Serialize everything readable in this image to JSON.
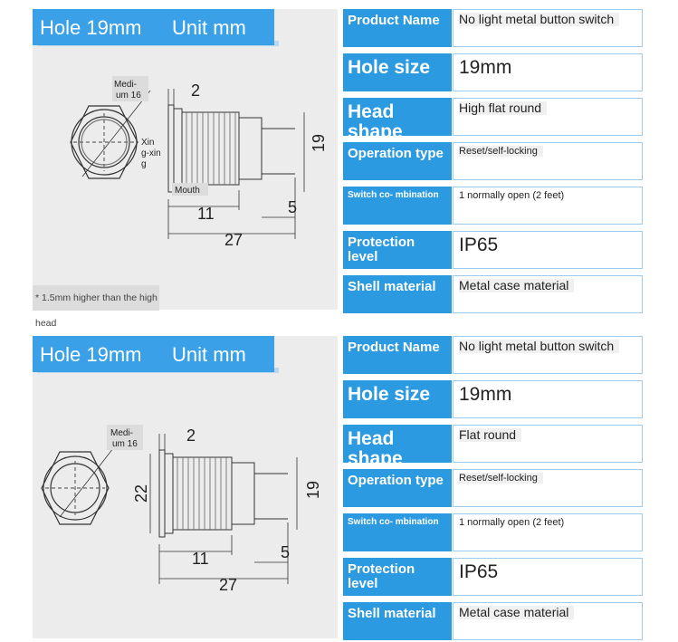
{
  "panels": [
    {
      "header": {
        "hole": "Hole 19mm",
        "unit": "Unit mm"
      },
      "drawing": {
        "medium_label": "Medi- um 16",
        "xing_label": "Xin g-xin g",
        "mouth_label": "Mouth",
        "dim_2": "2",
        "dim_11": "11",
        "dim_5": "5",
        "dim_27": "27",
        "dim_19": "19",
        "dim_22": ""
      },
      "note": "* 1.5mm higher than the high head",
      "specs": [
        {
          "key": "Product Name",
          "value": "No light metal button switch"
        },
        {
          "key": "Hole size",
          "value": "19mm"
        },
        {
          "key": "Head shape",
          "value": "High flat round"
        },
        {
          "key": "Operation type",
          "value": "Reset/self-locking"
        },
        {
          "key": "Switch co- mbination",
          "value": "1 normally open (2 feet)"
        },
        {
          "key": "Protection level",
          "value": "IP65"
        },
        {
          "key": "Shell material",
          "value": "Metal case material"
        }
      ]
    },
    {
      "header": {
        "hole": "Hole 19mm",
        "unit": "Unit mm"
      },
      "drawing": {
        "medium_label": "Medi- um 16",
        "xing_label": "",
        "mouth_label": "",
        "dim_2": "2",
        "dim_11": "11",
        "dim_5": "5",
        "dim_27": "27",
        "dim_19": "19",
        "dim_22": "22"
      },
      "note": "",
      "specs": [
        {
          "key": "Product Name",
          "value": "No light metal button switch"
        },
        {
          "key": "Hole size",
          "value": "19mm"
        },
        {
          "key": "Head shape",
          "value": "Flat round"
        },
        {
          "key": "Operation type",
          "value": "Reset/self-locking"
        },
        {
          "key": "Switch co- mbination",
          "value": "1 normally open (2 feet)"
        },
        {
          "key": "Protection level",
          "value": "IP65"
        },
        {
          "key": "Shell material",
          "value": "Metal case material"
        }
      ]
    }
  ]
}
